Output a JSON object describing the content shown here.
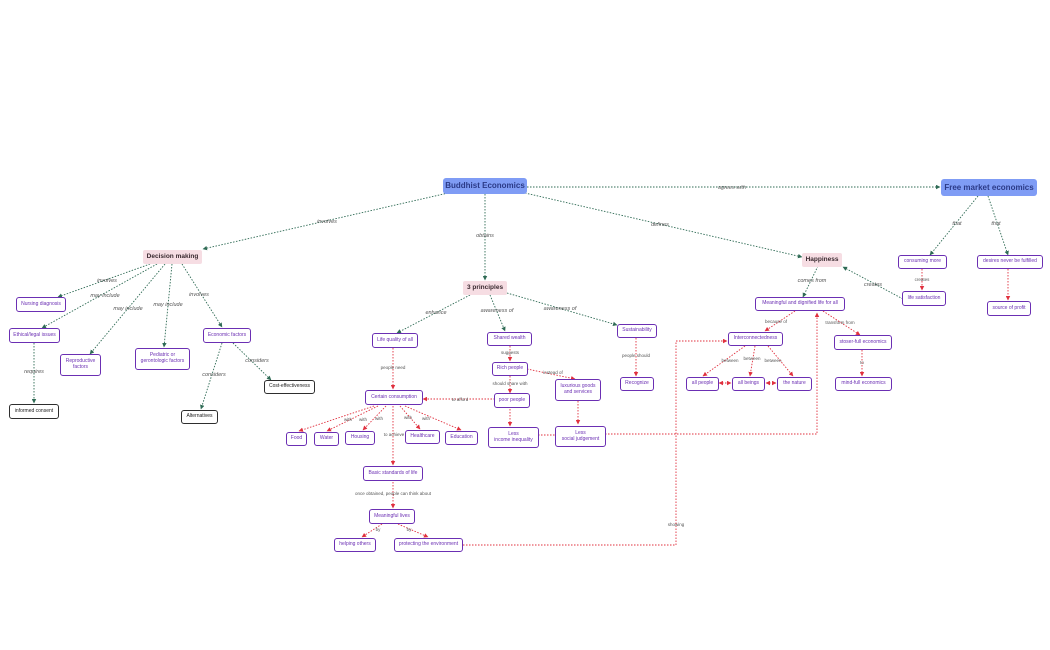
{
  "colors": {
    "root": "#7f9cf5",
    "hub": "#f6dde3",
    "leaf_border": "#6b2fb3",
    "plain_border": "#2e2e2e",
    "green_edge": "#2f6b55",
    "red_edge": "#e0303e"
  },
  "nodes": {
    "buddhist": "Buddhist Economics",
    "free_market": "Free market economics",
    "decision": "Decision making",
    "three_principles": "3 principles",
    "happiness": "Happiness",
    "nursing": "Nursing diagnosis",
    "ethical": "Ethical/legal issues",
    "informed": "informed consent",
    "reproductive": "Reproductive\nfactors",
    "pediatric": "Pediatric or\ngerontologic factors",
    "economic_factors": "Economic factors",
    "alternatives": "Alternatives",
    "cost_effectiveness": "Cost-effectiveness",
    "life_quality": "Life quality of all",
    "shared_wealth": "Shared wealth",
    "sustainability": "Sustainability",
    "recognize": "Recognize",
    "rich": "Rich people",
    "poor": "poor people",
    "luxurious": "luxurious goods\nand services",
    "less_income": "Less\nincome inequality",
    "less_social": "Less\nsocial judgement",
    "certain": "Certain consumption",
    "food": "Food",
    "water": "Water",
    "housing": "Housing",
    "healthcare": "Healthcare",
    "education": "Education",
    "basic": "Basic standards of life",
    "meaningful_lives": "Meaningful lives",
    "helping": "helping others",
    "protecting": "protecting the environment",
    "meaningful_dignified": "Meaningful and dignified life for all",
    "interconnected": "Interconnectedness",
    "all_people": "all people",
    "all_beings": "all beings",
    "nature": "the nature",
    "stoser": "stoser-full economics",
    "mind": "mind-full economics",
    "consuming": "consuming more",
    "life_satisfaction": "life satisfaction",
    "desires": "desires never be fulfilled",
    "source_profit": "source of profit"
  },
  "labels": {
    "agrees_with": "agrees with",
    "involves": "involves",
    "obtains": "obtains",
    "defines": "defines",
    "that": "that",
    "involves_a": "involves",
    "may_include_a": "may include",
    "may_include_b": "may include",
    "may_include_c": "may include",
    "involves_b": "involves",
    "requires": "requires",
    "considers_a": "considers",
    "considers_b": "considers",
    "enhance": "enhance",
    "awareness_a": "awareness of",
    "awareness_b": "awareness of",
    "people_need": "people need",
    "suggests": "suggests",
    "should_share_with": "should share with",
    "instead_of": "instead of",
    "people_should": "people should",
    "to_afford": "to afford",
    "with": "with",
    "to_achieve": "to achieve",
    "once_obtained": "once obtained, people can think about",
    "by": "by",
    "showing": "showing",
    "comes_from": "comes from",
    "creates": "creates",
    "because_of": "because of",
    "transform_from": "transform from",
    "between": "between",
    "to": "to"
  }
}
